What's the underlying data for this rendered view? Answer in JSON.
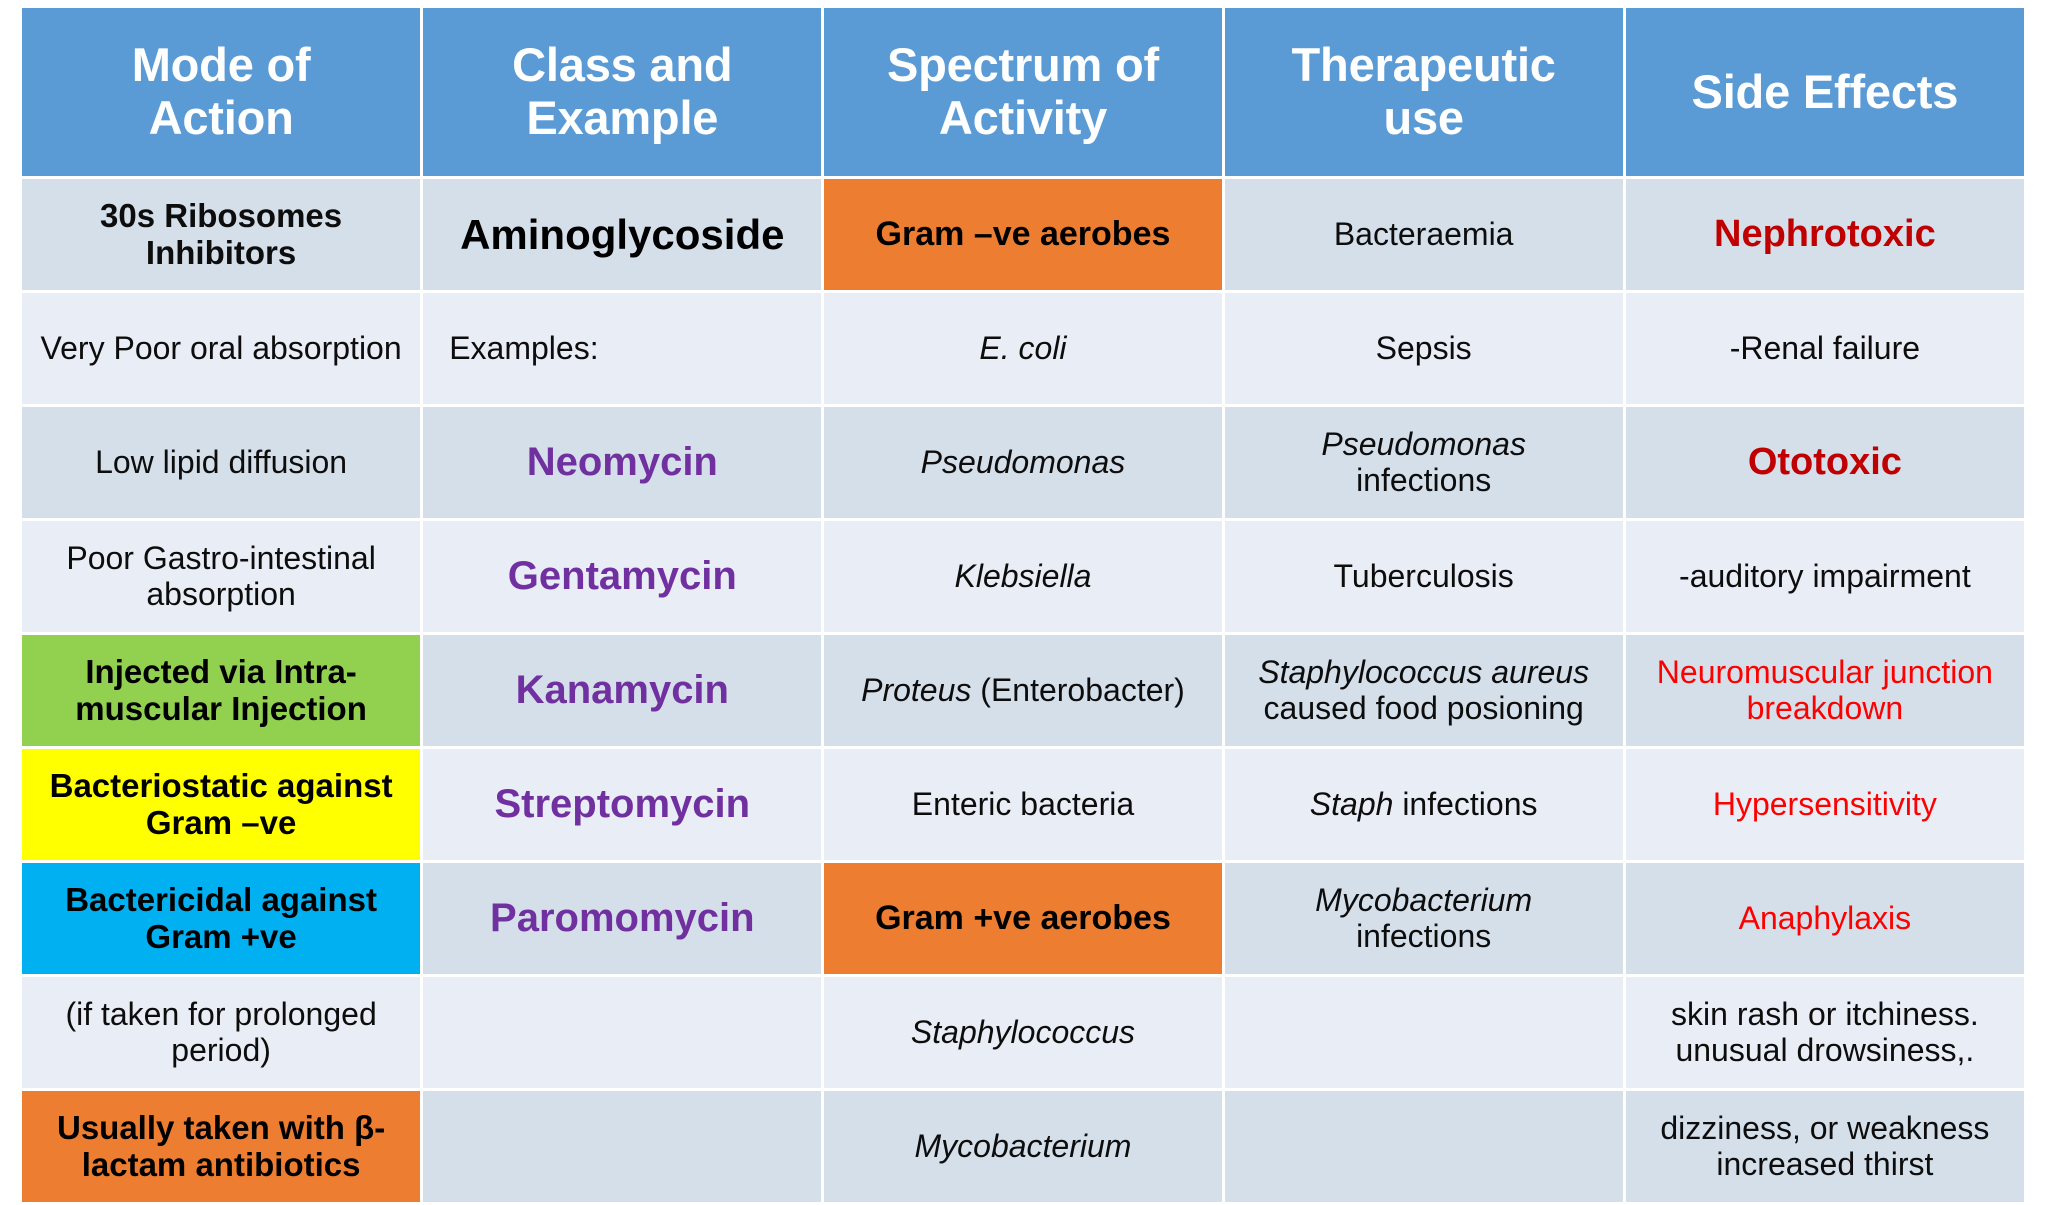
{
  "table": {
    "title": "Aminoglycoside antibiotics summary table",
    "colors": {
      "header_blue": "#5B9BD5",
      "stripe_dark": "#D5DFEA",
      "stripe_light": "#E9EDF5",
      "orange": "#ED7D31",
      "green": "#92D050",
      "yellow": "#FFFF00",
      "cyan": "#00B0F0",
      "purple_text": "#7030A0",
      "red_bold_text": "#C00000",
      "red_text": "#FF0000"
    },
    "headers": [
      "Mode of\nAction",
      "Class and\nExample",
      "Spectrum of\nActivity",
      "Therapeutic\nuse",
      "Side Effects"
    ],
    "headers_flat": [
      "Mode of Action",
      "Class and Example",
      "Spectrum of Activity",
      "Therapeutic use",
      "Side Effects"
    ],
    "rows": [
      {
        "mode": "30s Ribosomes Inhibitors",
        "class": "Aminoglycoside",
        "spectrum": "Gram –ve aerobes",
        "therapeutic": "Bacteraemia",
        "side": "Nephrotoxic"
      },
      {
        "mode": "Very Poor oral absorption",
        "class": "Examples:",
        "spectrum": "E. coli",
        "therapeutic": "Sepsis",
        "side": "-Renal failure"
      },
      {
        "mode": "Low lipid diffusion",
        "class": "Neomycin",
        "spectrum": "Pseudomonas",
        "therapeutic": "Pseudomonas infections",
        "therapeutic_italic": "Pseudomonas",
        "therapeutic_plain": "infections",
        "side": "Ototoxic"
      },
      {
        "mode": "Poor Gastro-intestinal absorption",
        "class": "Gentamycin",
        "spectrum": "Klebsiella",
        "therapeutic": "Tuberculosis",
        "side": "-auditory impairment"
      },
      {
        "mode": "Injected via Intra-muscular Injection",
        "class": "Kanamycin",
        "spectrum_italic": "Proteus",
        "spectrum_plain": "(Enterobacter)",
        "spectrum": "Proteus (Enterobacter)",
        "therapeutic_italic": "Staphylococcus aureus",
        "therapeutic_plain": "caused food posioning",
        "therapeutic": "Staphylococcus aureus caused food posioning",
        "side": "Neuromuscular junction breakdown"
      },
      {
        "mode": "Bacteriostatic against Gram –ve",
        "class": "Streptomycin",
        "spectrum": "Enteric bacteria",
        "therapeutic_italic": "Staph",
        "therapeutic_plain": "infections",
        "therapeutic": "Staph infections",
        "side": "Hypersensitivity"
      },
      {
        "mode": "Bactericidal against Gram +ve",
        "class": "Paromomycin",
        "spectrum": "Gram +ve aerobes",
        "therapeutic_italic": "Mycobacterium",
        "therapeutic_plain": "infections",
        "therapeutic": "Mycobacterium infections",
        "side": "Anaphylaxis"
      },
      {
        "mode": "(if taken for prolonged period)",
        "class": "",
        "spectrum": "Staphylococcus",
        "therapeutic": "",
        "side": "skin rash or itchiness. unusual drowsiness,."
      },
      {
        "mode": "Usually taken with β-lactam antibiotics",
        "class": "",
        "spectrum": "Mycobacterium",
        "therapeutic": "",
        "side": "dizziness, or weakness increased thirst"
      }
    ]
  }
}
